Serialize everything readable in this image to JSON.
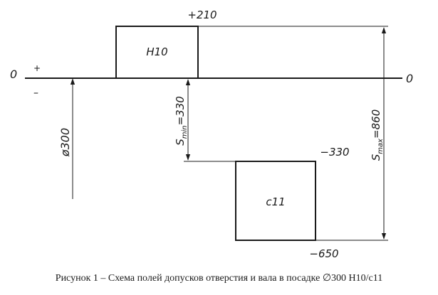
{
  "zero_line": {
    "left_label": "0",
    "right_label": "0",
    "plus": "+",
    "minus": "–"
  },
  "hole_zone": {
    "name": "H10",
    "upper_dev": "+210",
    "lower_dev": 0
  },
  "shaft_zone": {
    "name": "c11",
    "upper_dev": "−330",
    "lower_dev": "−650"
  },
  "nominal": {
    "label": "ø300"
  },
  "s_min": {
    "symbol": "S",
    "subscript": "min",
    "value": "=330"
  },
  "s_max": {
    "symbol": "S",
    "subscript": "max",
    "value": "=860"
  },
  "caption": "Рисунок 1 – Схема  полей допусков отверстия и вала в посадке ∅300 Н10/с11"
}
